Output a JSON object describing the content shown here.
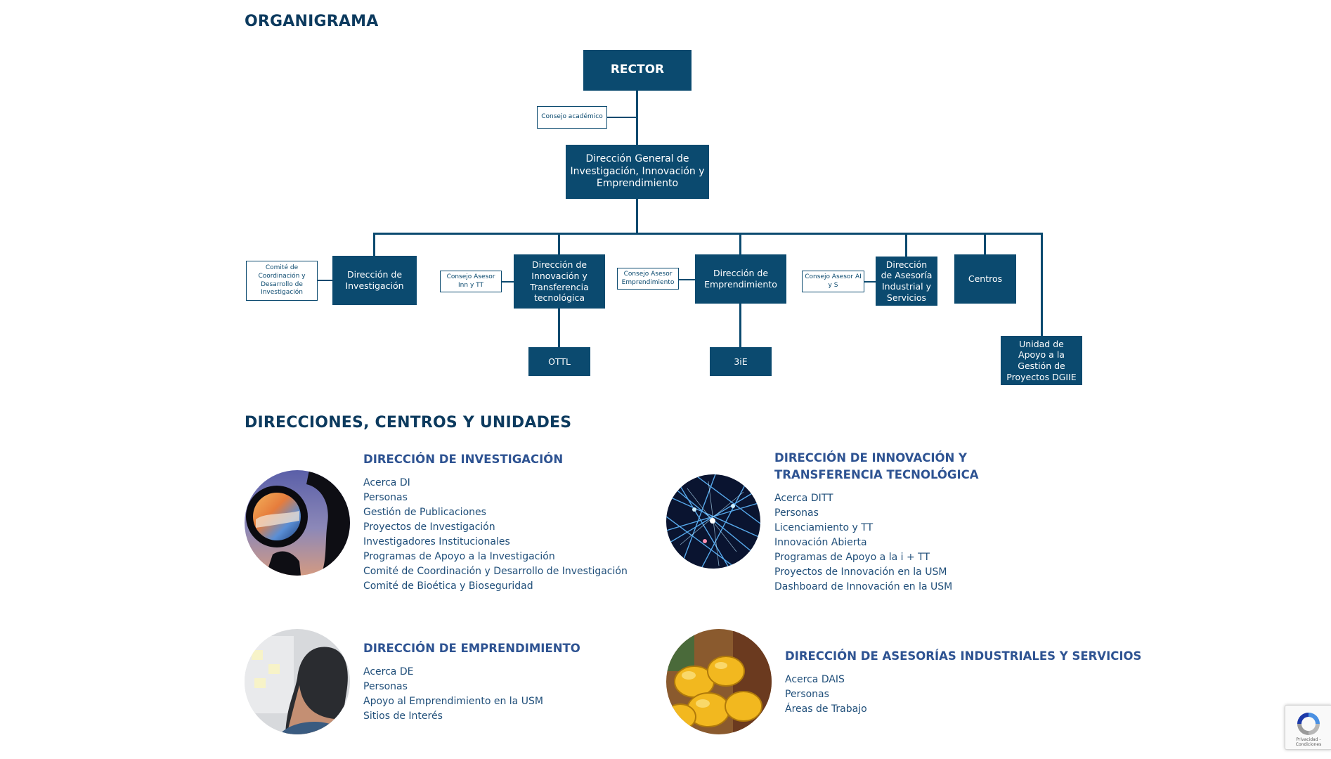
{
  "org_title": "ORGANIGRAMA",
  "orgchart": {
    "rector": "RECTOR",
    "consejo_academico": "Consejo académico",
    "dgiie": "Dirección General de Investigación, Innovación y Emprendimiento",
    "dir_investigacion": "Dirección de Investigación",
    "comite_coord": "Comité de Coordinación y Desarrollo de Investigación",
    "dir_innovacion": "Dirección de Innovación y Transferencia tecnológica",
    "consejo_inn": "Consejo Asesor Inn y TT",
    "dir_emprendimiento": "Dirección de Emprendimiento",
    "consejo_emp": "Consejo Asesor Emprendimiento",
    "dir_asesoria": "Dirección de Asesoría Industrial y Servicios",
    "consejo_ai": "Consejo Asesor AI y S",
    "centros": "Centros",
    "ottl": "OTTL",
    "tresie": "3iE",
    "unidad_apoyo": "Unidad de Apoyo a la Gestión de Proyectos DGIIE"
  },
  "section_title": "DIRECCIONES, CENTROS Y UNIDADES",
  "units": {
    "investigacion": {
      "title": "DIRECCIÓN DE INVESTIGACIÓN",
      "links": [
        "Acerca DI",
        "Personas",
        "Gestión de Publicaciones",
        "Proyectos de Investigación",
        "Investigadores Institucionales",
        "Programas de Apoyo a la Investigación",
        "Comité de Coordinación y Desarrollo de Investigación",
        "Comité de Bioética y Bioseguridad"
      ]
    },
    "innovacion": {
      "title": "DIRECCIÓN DE INNOVACIÓN Y TRANSFERENCIA TECNOLÓGICA",
      "links": [
        "Acerca DITT",
        "Personas",
        "Licenciamiento y TT",
        "Innovación Abierta",
        "Programas de Apoyo a la i + TT",
        "Proyectos de Innovación en la USM",
        "Dashboard de Innovación en la USM"
      ]
    },
    "emprendimiento": {
      "title": "DIRECCIÓN DE EMPRENDIMIENTO",
      "links": [
        "Acerca DE",
        "Personas",
        "Apoyo al Emprendimiento en la USM",
        "Sitios de Interés"
      ]
    },
    "asesorias": {
      "title": "DIRECCIÓN DE ASESORÍAS INDUSTRIALES Y SERVICIOS",
      "links": [
        "Acerca DAIS",
        "Personas",
        "Áreas de Trabajo"
      ]
    }
  },
  "recaptcha": {
    "caption": "Privacidad - Condiciones"
  },
  "colors": {
    "org_box": "#0b4a6f",
    "heading": "#0c3a5e",
    "unit_title": "#2e5392",
    "link": "#1f4e79"
  }
}
